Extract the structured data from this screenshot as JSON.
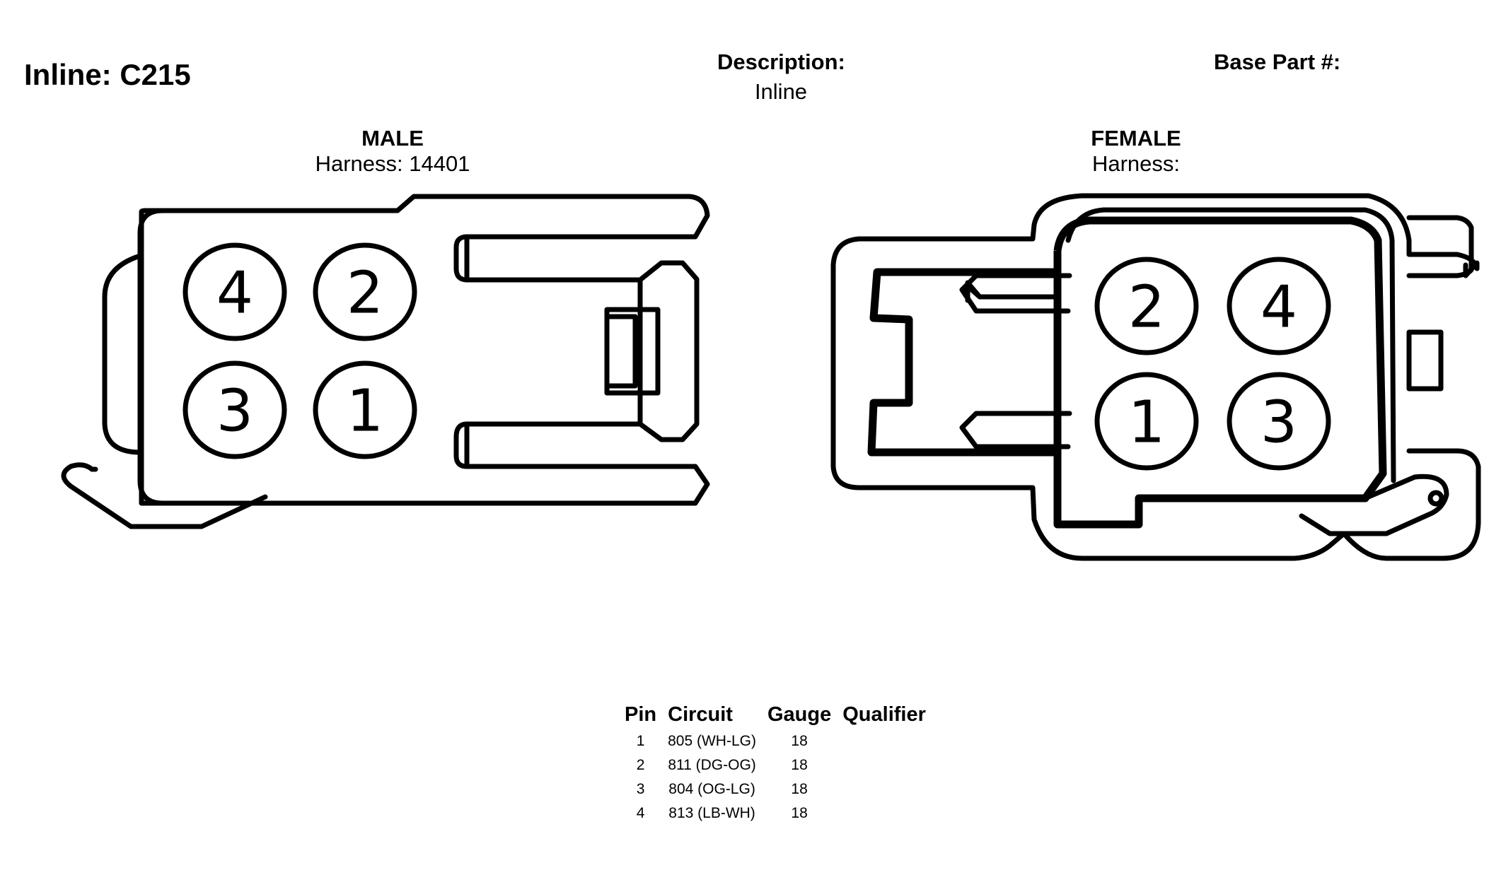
{
  "header": {
    "title": "Inline: C215",
    "description_label": "Description:",
    "description_value": "Inline",
    "base_part_label": "Base Part #:"
  },
  "male": {
    "title": "MALE",
    "harness": "Harness: 14401",
    "pins_top": [
      "4",
      "2"
    ],
    "pins_bottom": [
      "3",
      "1"
    ]
  },
  "female": {
    "title": "FEMALE",
    "harness": "Harness:",
    "pins_top": [
      "2",
      "4"
    ],
    "pins_bottom": [
      "1",
      "3"
    ]
  },
  "pin_table": {
    "headers": [
      "Pin",
      "Circuit",
      "Gauge",
      "Qualifier"
    ],
    "rows": [
      {
        "pin": "1",
        "circuit": "805 (WH-LG)",
        "gauge": "18",
        "qualifier": ""
      },
      {
        "pin": "2",
        "circuit": "811 (DG-OG)",
        "gauge": "18",
        "qualifier": ""
      },
      {
        "pin": "3",
        "circuit": "804 (OG-LG)",
        "gauge": "18",
        "qualifier": ""
      },
      {
        "pin": "4",
        "circuit": "813 (LB-WH)",
        "gauge": "18",
        "qualifier": ""
      }
    ]
  }
}
